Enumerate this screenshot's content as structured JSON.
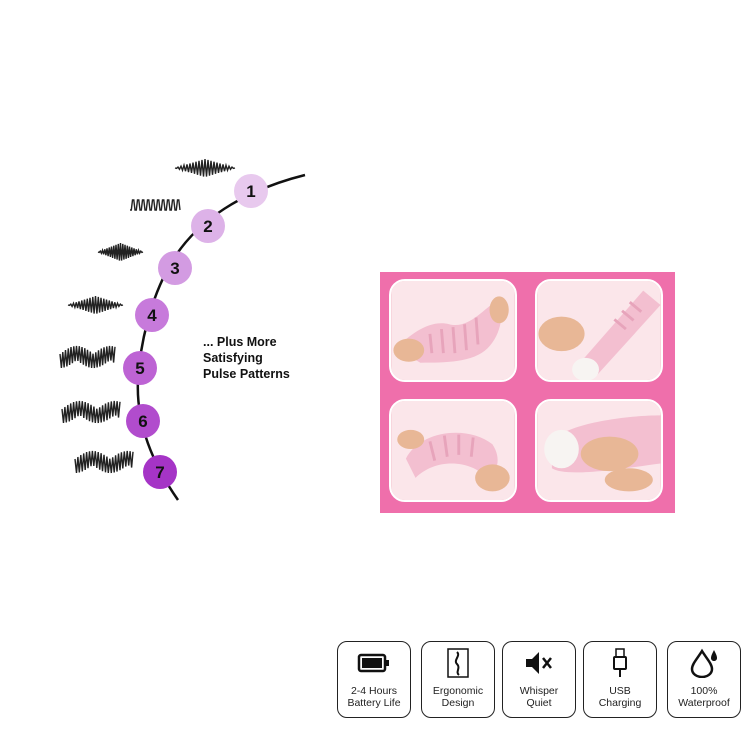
{
  "patterns": {
    "nodes": [
      "1",
      "2",
      "3",
      "4",
      "5",
      "6",
      "7"
    ],
    "colors": [
      "#e8c9ee",
      "#ddb2e8",
      "#d39be2",
      "#c77adb",
      "#bd63d4",
      "#b14ccd",
      "#a534c6"
    ],
    "caption": [
      "... Plus More",
      "Satisfying",
      "Pulse Patterns"
    ]
  },
  "panel": {
    "background": "#ef6fab",
    "photos": [
      "hand-bending-tip",
      "hand-holding-base",
      "hands-bending-shaft",
      "hand-gripping-handle"
    ]
  },
  "features": [
    {
      "icon": "battery-icon",
      "line1": "2-4 Hours",
      "line2": "Battery Life"
    },
    {
      "icon": "ergonomic-icon",
      "line1": "Ergonomic",
      "line2": "Design"
    },
    {
      "icon": "mute-speaker-icon",
      "line1": "Whisper",
      "line2": "Quiet"
    },
    {
      "icon": "usb-plug-icon",
      "line1": "USB",
      "line2": "Charging"
    },
    {
      "icon": "water-drop-icon",
      "line1": "100%",
      "line2": "Waterproof"
    }
  ]
}
